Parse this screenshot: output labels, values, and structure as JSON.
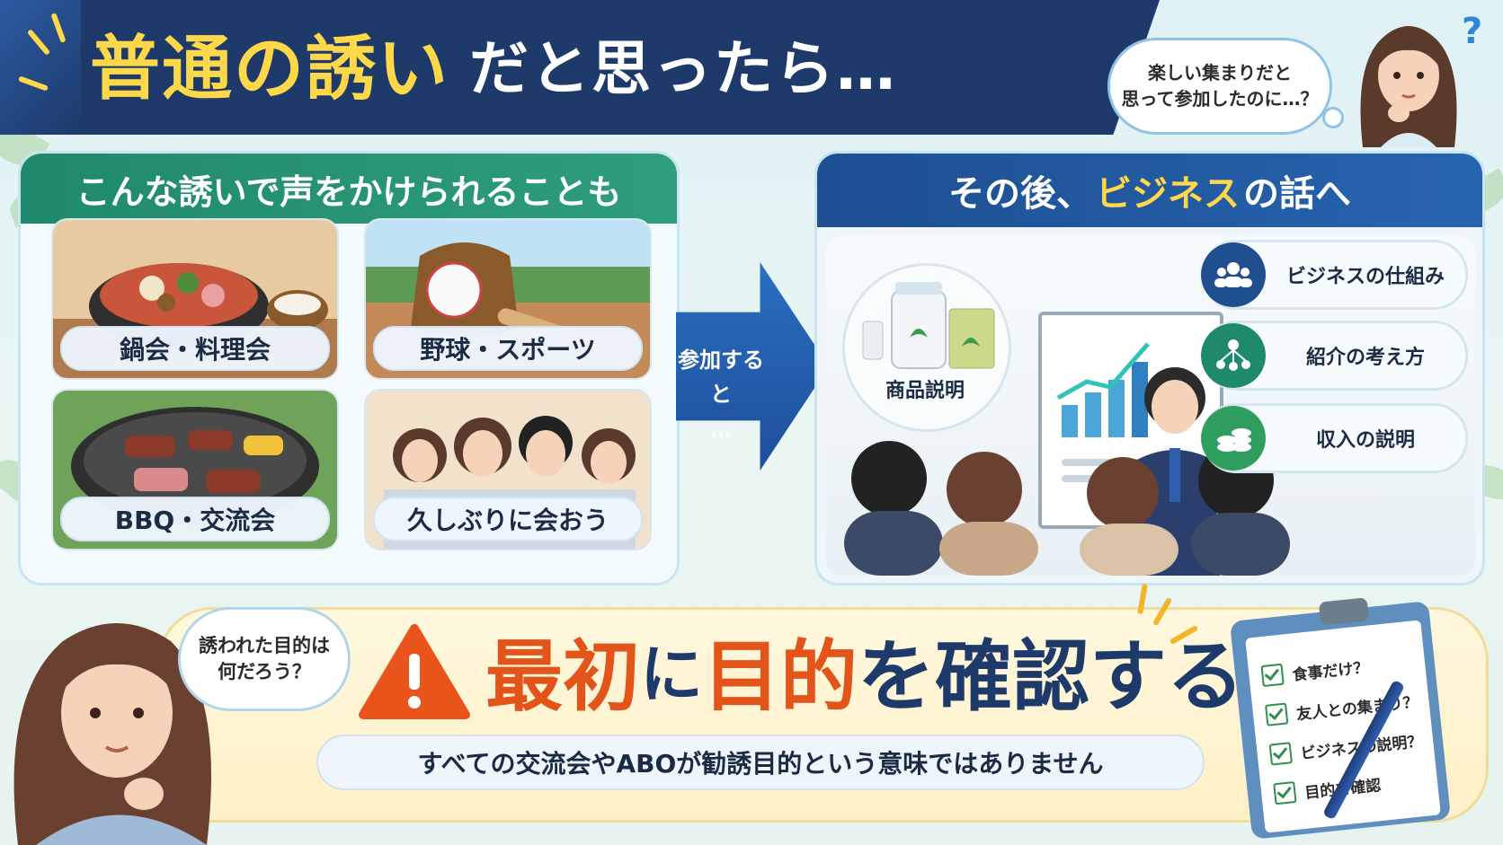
{
  "header": {
    "title_part1": "普通の誘い",
    "title_part2": "だと思ったら…"
  },
  "top_bubble": {
    "line1": "楽しい集まりだと",
    "line2": "思って参加したのに…？"
  },
  "top_question_mark": "?",
  "left_panel": {
    "title": "こんな誘いで声をかけられることも",
    "cards": [
      {
        "label": "鍋会・料理会"
      },
      {
        "label": "野球・スポーツ"
      },
      {
        "label": "BBQ・交流会"
      },
      {
        "label": "久しぶりに会おう"
      }
    ]
  },
  "arrow": {
    "line1": "参加すると",
    "line2": "…"
  },
  "right_panel": {
    "title_part1": "その後、",
    "title_highlight": "ビジネス",
    "title_part2": "の話へ",
    "product_label": "商品説明",
    "items": [
      {
        "label": "ビジネスの仕組み"
      },
      {
        "label": "紹介の考え方"
      },
      {
        "label": "収入の説明"
      }
    ]
  },
  "bottom": {
    "bubble_line1": "誘われた目的は",
    "bubble_line2": "何だろう？",
    "msg": {
      "w1": "最初",
      "w2": "に",
      "w3": "目的",
      "w4": "を確認する"
    },
    "note": "すべての交流会やABOが勧誘目的という意味ではありません",
    "checklist": [
      "食事だけ？",
      "友人との集まり？",
      "ビジネスの説明？",
      "目的を確認"
    ]
  },
  "colors": {
    "navy": "#1d3a6b",
    "yellow": "#ffd84a",
    "green": "#1f8a6b",
    "orange": "#e2541a",
    "blue": "#2764b0"
  },
  "icons": [
    "people-group-icon",
    "referral-network-icon",
    "coins-icon",
    "warning-icon",
    "checkbox-icon",
    "pen-icon",
    "clipboard-icon"
  ]
}
